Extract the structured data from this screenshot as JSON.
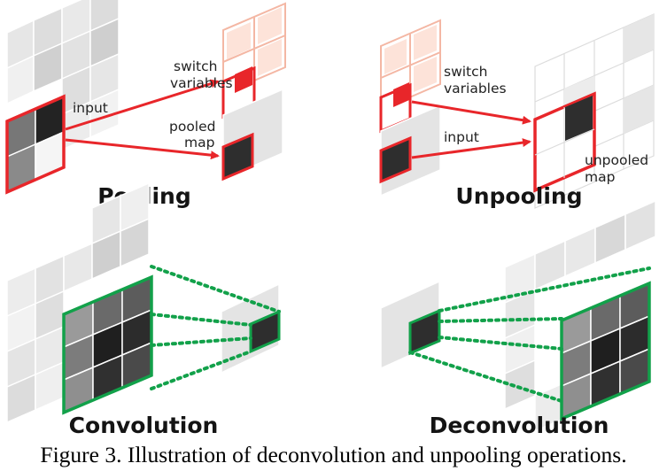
{
  "pooling": {
    "title": "Pooling",
    "input_label": "input",
    "switch_label_1": "switch",
    "switch_label_2": "variables",
    "pooled_label_1": "pooled",
    "pooled_label_2": "map"
  },
  "unpooling": {
    "title": "Unpooling",
    "switch_label_1": "switch",
    "switch_label_2": "variables",
    "input_label": "input",
    "unpooled_label_1": "unpooled",
    "unpooled_label_2": "map"
  },
  "convolution": {
    "title": "Convolution"
  },
  "deconvolution": {
    "title": "Deconvolution"
  },
  "caption": "Figure 3. Illustration of deconvolution and unpooling operations.",
  "colors": {
    "pooling_red": "#e8262a",
    "filter_green": "#12a14a",
    "activation_dark": "#2e2e2e"
  }
}
